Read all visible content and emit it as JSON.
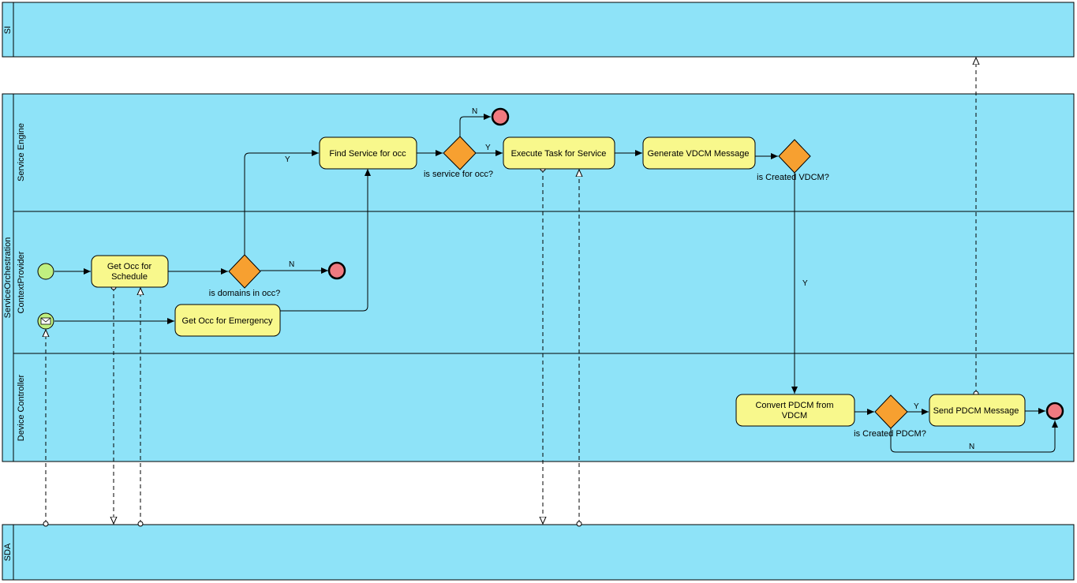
{
  "pools": {
    "si": {
      "label": "SI"
    },
    "sda": {
      "label": "SDA"
    },
    "main": {
      "label": "ServiceOrchestration",
      "lanes": {
        "service_engine": "Service Engine",
        "context_provider": "ContextProvider",
        "device_controller": "Device Controller"
      }
    }
  },
  "tasks": {
    "get_occ_schedule": [
      "Get Occ for",
      "Schedule"
    ],
    "get_occ_emergency": "Get Occ for Emergency",
    "find_service": "Find Service for occ",
    "execute_task": "Execute Task for Service",
    "generate_vdcm": "Generate VDCM Message",
    "convert_pdcm": [
      "Convert PDCM from",
      "VDCM"
    ],
    "send_pdcm": "Send PDCM Message"
  },
  "gateways": {
    "domains_in_occ": "is domains in occ?",
    "service_for_occ": "is service for occ?",
    "created_vdcm": "is Created VDCM?",
    "created_pdcm": "is Created PDCM?"
  },
  "flow_labels": {
    "y_domains": "Y",
    "n_domains": "N",
    "y_service": "Y",
    "n_service": "N",
    "y_vdcm": "Y",
    "y_pdcm": "Y",
    "n_pdcm": "N"
  },
  "colors": {
    "pool_fill": "#8ee3f8",
    "task_fill": "#f8f88c",
    "gateway_fill": "#f7a030",
    "start_fill": "#c0f080",
    "end_fill": "#f07a80"
  }
}
